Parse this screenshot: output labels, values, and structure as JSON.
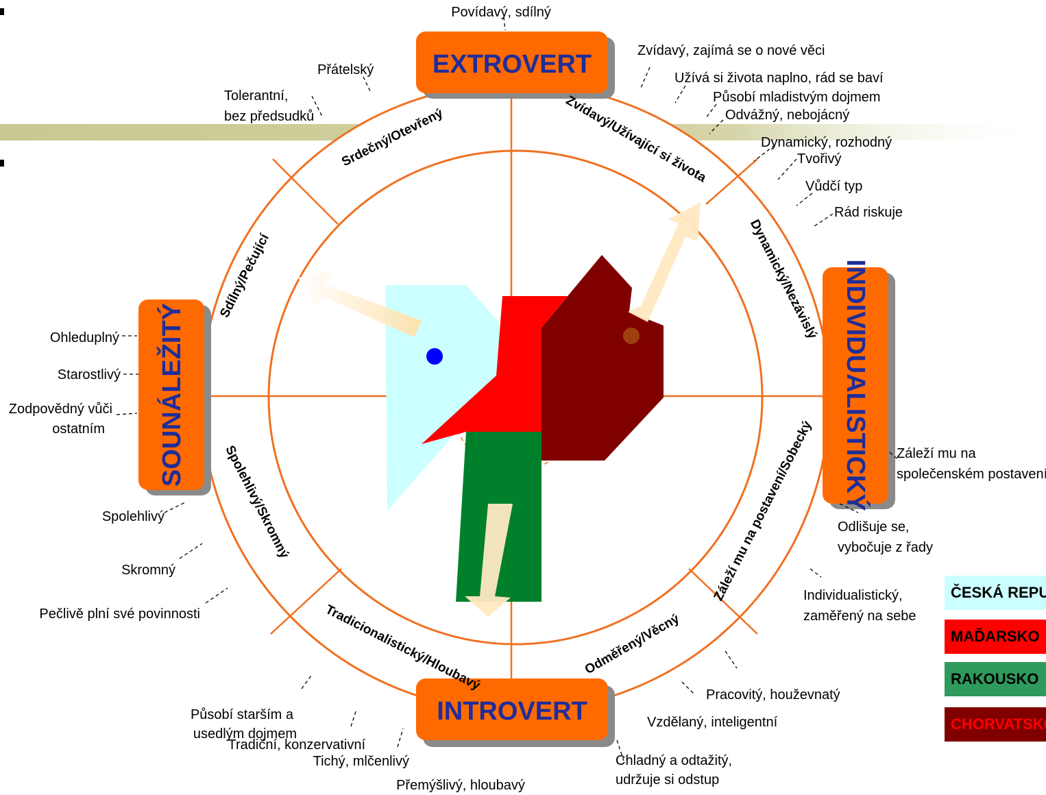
{
  "axes": {
    "top": "EXTROVERT",
    "bottom": "INTROVERT",
    "left": "SOUNÁLEŽITÝ",
    "right": "INDIVIDUALISTICKÝ"
  },
  "segments": {
    "s1": "Srdečný/Otevřený",
    "s2": "Zvídavý/Užívající si života",
    "s3": "Dynamický/Nezávislý",
    "s4": "Záleží mu na postavení/Sobecký",
    "s5": "Odměřený/Věcný",
    "s6": "Tradicionalistický/Hloubavý",
    "s7": "Spolehlivý/Skromný",
    "s8": "Sdílný/Pečující"
  },
  "traits": {
    "t01": "Povídavý, sdílný",
    "t02": "Přátelský",
    "t03a": "Tolerantní,",
    "t03b": "bez předsudků",
    "t04": "Zvídavý, zajímá se o nové věci",
    "t05": "Užívá si života naplno, rád se baví",
    "t06": "Působí mladistvým dojmem",
    "t07": "Odvážný, nebojácný",
    "t08": "Dynamický, rozhodný",
    "t09": "Tvořivý",
    "t10": "Vůdčí typ",
    "t11": "Rád riskuje",
    "t12a": "Záleží mu na",
    "t12b": "společenském postavení",
    "t13a": "Odlišuje se,",
    "t13b": "vybočuje z řady",
    "t14a": "Individualistický,",
    "t14b": "zaměřený na sebe",
    "t15": "Pracovitý, houževnatý",
    "t16": "Vzdělaný, inteligentní",
    "t17a": "Chladný a odtažitý,",
    "t17b": "udržuje si odstup",
    "t18": "Přemýšlivý, hloubavý",
    "t19": "Tichý, mlčenlivý",
    "t20": "Tradiční, konzervativní",
    "t21a": "Působí starším a",
    "t21b": "usedlým dojmem",
    "t22": "Pečlivě plní své povinnosti",
    "t23": "Skromný",
    "t24": "Spolehlivý",
    "t25a": "Zodpovědný vůči",
    "t25b": "ostatním",
    "t26": "Starostlivý",
    "t27": "Ohleduplný"
  },
  "legend": [
    {
      "label": "ČESKÁ REPUBLIKA",
      "color": "#ccffff",
      "text_color": "#000000"
    },
    {
      "label": "MAĎARSKO",
      "color": "#ff0000",
      "text_color": "#000000"
    },
    {
      "label": "RAKOUSKO",
      "color": "#00802a",
      "text_color": "#000000"
    },
    {
      "label": "CHORVATSKO",
      "color": "#800000",
      "text_color": "#ff0000"
    }
  ],
  "colors": {
    "ring": "#f07020",
    "axis_box": "#ff6a00",
    "axis_text": "#1f2d99",
    "arrow": "#ffe6b8"
  }
}
